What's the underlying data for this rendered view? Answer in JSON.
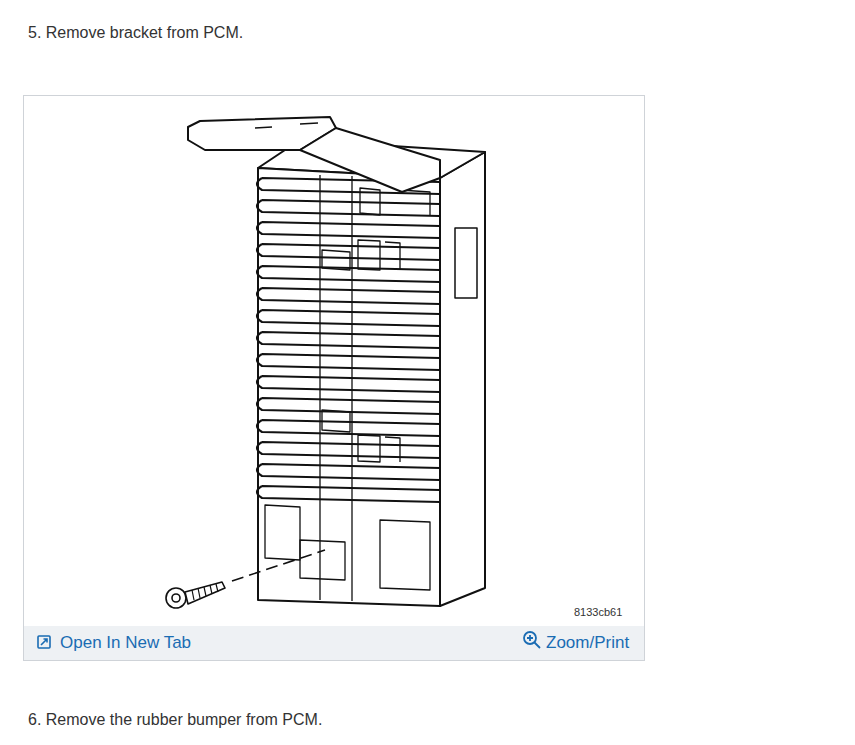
{
  "diagram": {
    "labels": [
      "5. Remove bracket from PCM.",
      "8133cb61",
      "Open In New Tab",
      "Zoom/Print",
      "6. Remove the rubber bumper from PCM."
    ]
  }
}
